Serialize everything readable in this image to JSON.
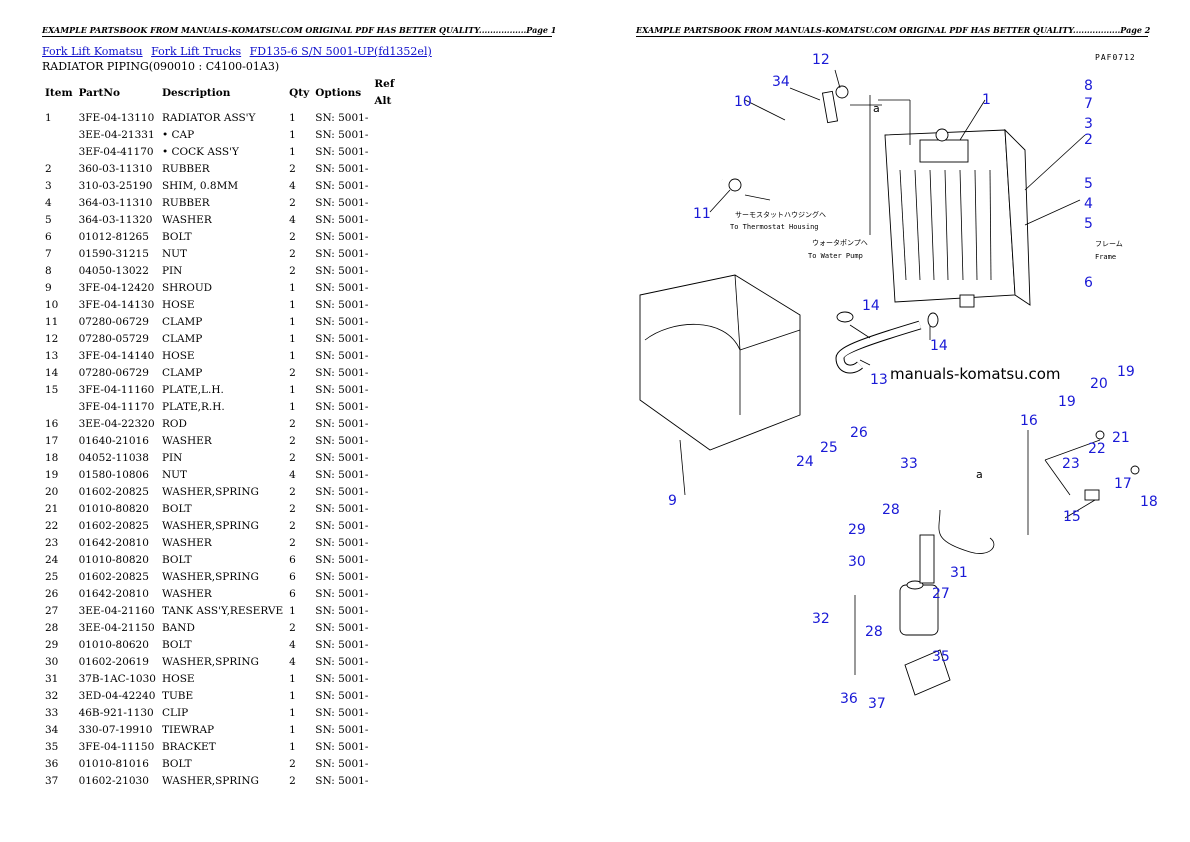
{
  "headers": {
    "left": "EXAMPLE PARTSBOOK FROM MANUALS-KOMATSU.COM ORIGINAL PDF HAS BETTER QUALITY.................Page 1",
    "right": "EXAMPLE PARTSBOOK FROM MANUALS-KOMATSU.COM ORIGINAL PDF HAS BETTER QUALITY.................Page 2"
  },
  "breadcrumb": [
    "Fork Lift Komatsu",
    "Fork Lift Trucks",
    "FD135-6 S/N 5001-UP(fd1352el)"
  ],
  "section_title": "RADIATOR PIPING(090010 : C4100-01A3)",
  "table": {
    "columns": [
      "Item",
      "PartNo",
      "Description",
      "Qty",
      "Options",
      "Ref Alt"
    ],
    "rows": [
      [
        "1",
        "3FE-04-13110",
        "RADIATOR ASS'Y",
        "1",
        "SN: 5001-",
        ""
      ],
      [
        "",
        "3EE-04-21331",
        "• CAP",
        "1",
        "SN: 5001-",
        ""
      ],
      [
        "",
        "3EF-04-41170",
        "• COCK ASS'Y",
        "1",
        "SN: 5001-",
        ""
      ],
      [
        "2",
        "360-03-11310",
        "RUBBER",
        "2",
        "SN: 5001-",
        ""
      ],
      [
        "3",
        "310-03-25190",
        "SHIM, 0.8MM",
        "4",
        "SN: 5001-",
        ""
      ],
      [
        "4",
        "364-03-11310",
        "RUBBER",
        "2",
        "SN: 5001-",
        ""
      ],
      [
        "5",
        "364-03-11320",
        "WASHER",
        "4",
        "SN: 5001-",
        ""
      ],
      [
        "6",
        "01012-81265",
        "BOLT",
        "2",
        "SN: 5001-",
        ""
      ],
      [
        "7",
        "01590-31215",
        "NUT",
        "2",
        "SN: 5001-",
        ""
      ],
      [
        "8",
        "04050-13022",
        "PIN",
        "2",
        "SN: 5001-",
        ""
      ],
      [
        "9",
        "3FE-04-12420",
        "SHROUD",
        "1",
        "SN: 5001-",
        ""
      ],
      [
        "10",
        "3FE-04-14130",
        "HOSE",
        "1",
        "SN: 5001-",
        ""
      ],
      [
        "11",
        "07280-06729",
        "CLAMP",
        "1",
        "SN: 5001-",
        ""
      ],
      [
        "12",
        "07280-05729",
        "CLAMP",
        "1",
        "SN: 5001-",
        ""
      ],
      [
        "13",
        "3FE-04-14140",
        "HOSE",
        "1",
        "SN: 5001-",
        ""
      ],
      [
        "14",
        "07280-06729",
        "CLAMP",
        "2",
        "SN: 5001-",
        ""
      ],
      [
        "15",
        "3FE-04-11160",
        "PLATE,L.H.",
        "1",
        "SN: 5001-",
        ""
      ],
      [
        "",
        "3FE-04-11170",
        "PLATE,R.H.",
        "1",
        "SN: 5001-",
        ""
      ],
      [
        "16",
        "3EE-04-22320",
        "ROD",
        "2",
        "SN: 5001-",
        ""
      ],
      [
        "17",
        "01640-21016",
        "WASHER",
        "2",
        "SN: 5001-",
        ""
      ],
      [
        "18",
        "04052-11038",
        "PIN",
        "2",
        "SN: 5001-",
        ""
      ],
      [
        "19",
        "01580-10806",
        "NUT",
        "4",
        "SN: 5001-",
        ""
      ],
      [
        "20",
        "01602-20825",
        "WASHER,SPRING",
        "2",
        "SN: 5001-",
        ""
      ],
      [
        "21",
        "01010-80820",
        "BOLT",
        "2",
        "SN: 5001-",
        ""
      ],
      [
        "22",
        "01602-20825",
        "WASHER,SPRING",
        "2",
        "SN: 5001-",
        ""
      ],
      [
        "23",
        "01642-20810",
        "WASHER",
        "2",
        "SN: 5001-",
        ""
      ],
      [
        "24",
        "01010-80820",
        "BOLT",
        "6",
        "SN: 5001-",
        ""
      ],
      [
        "25",
        "01602-20825",
        "WASHER,SPRING",
        "6",
        "SN: 5001-",
        ""
      ],
      [
        "26",
        "01642-20810",
        "WASHER",
        "6",
        "SN: 5001-",
        ""
      ],
      [
        "27",
        "3EE-04-21160",
        "TANK ASS'Y,RESERVE",
        "1",
        "SN: 5001-",
        ""
      ],
      [
        "28",
        "3EE-04-21150",
        "BAND",
        "2",
        "SN: 5001-",
        ""
      ],
      [
        "29",
        "01010-80620",
        "BOLT",
        "4",
        "SN: 5001-",
        ""
      ],
      [
        "30",
        "01602-20619",
        "WASHER,SPRING",
        "4",
        "SN: 5001-",
        ""
      ],
      [
        "31",
        "37B-1AC-1030",
        "HOSE",
        "1",
        "SN: 5001-",
        ""
      ],
      [
        "32",
        "3ED-04-42240",
        "TUBE",
        "1",
        "SN: 5001-",
        ""
      ],
      [
        "33",
        "46B-921-1130",
        "CLIP",
        "1",
        "SN: 5001-",
        ""
      ],
      [
        "34",
        "330-07-19910",
        "TIEWRAP",
        "1",
        "SN: 5001-",
        ""
      ],
      [
        "35",
        "3FE-04-11150",
        "BRACKET",
        "1",
        "SN: 5001-",
        ""
      ],
      [
        "36",
        "01010-81016",
        "BOLT",
        "2",
        "SN: 5001-",
        ""
      ],
      [
        "37",
        "01602-21030",
        "WASHER,SPRING",
        "2",
        "SN: 5001-",
        ""
      ]
    ]
  },
  "diagram": {
    "code": "PAF0712",
    "watermark": "manuals-komatsu.com",
    "notes": {
      "thermostat_jp": "サーモスタットハウジングへ",
      "thermostat_en": "To Thermostat Housing",
      "waterpump_jp": "ウォータポンプへ",
      "waterpump_en": "To Water Pump",
      "frame_jp": "フレーム",
      "frame_en": "Frame"
    },
    "arrow_label": "a",
    "callouts": [
      "1",
      "2",
      "3",
      "4",
      "5",
      "6",
      "7",
      "8",
      "9",
      "10",
      "11",
      "12",
      "13",
      "14",
      "14",
      "15",
      "15",
      "16",
      "17",
      "18",
      "19",
      "19",
      "20",
      "21",
      "22",
      "23",
      "24",
      "25",
      "26",
      "27",
      "28",
      "28",
      "29",
      "30",
      "31",
      "32",
      "33",
      "34",
      "35",
      "36",
      "37",
      "5"
    ]
  }
}
